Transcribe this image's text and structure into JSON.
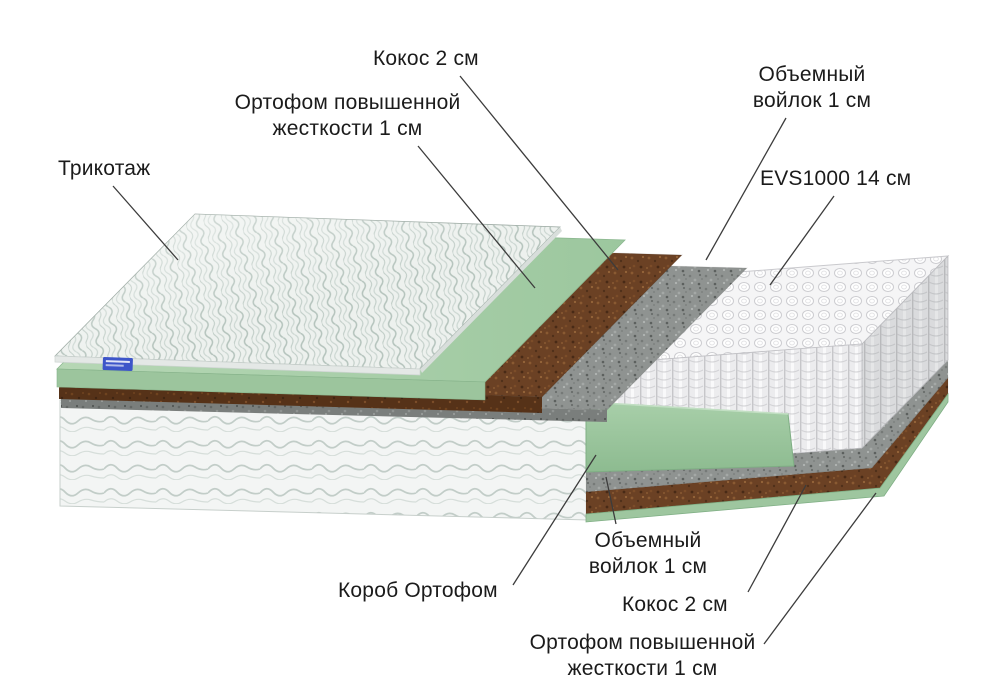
{
  "labels": {
    "tricot": {
      "text": "Трикотаж"
    },
    "orthofoam_top": {
      "line1": "Ортофом повышенной",
      "line2": "жесткости 1 см"
    },
    "coconut_top": {
      "text": "Кокос 2 см"
    },
    "felt_top": {
      "line1": "Объемный",
      "line2": "войлок 1 см"
    },
    "evs": {
      "text": "EVS1000 14 см"
    },
    "felt_bottom": {
      "line1": "Объемный",
      "line2": "войлок 1 см"
    },
    "box": {
      "text": "Короб Ортофом"
    },
    "coconut_bottom": {
      "text": "Кокос 2 см"
    },
    "orthofoam_bottom": {
      "line1": "Ортофом повышенной",
      "line2": "жесткости 1 см"
    }
  },
  "colors": {
    "leader_line": "#3c3c3c",
    "text": "#1b1b1b",
    "orthofoam_green": "#a9cfa9",
    "coconut_brown": "#6b4124",
    "felt_gray": "#8f9391",
    "spring_white": "#ededee",
    "fabric_white": "#f3f5f4",
    "tag_blue": "#3d55c9"
  }
}
